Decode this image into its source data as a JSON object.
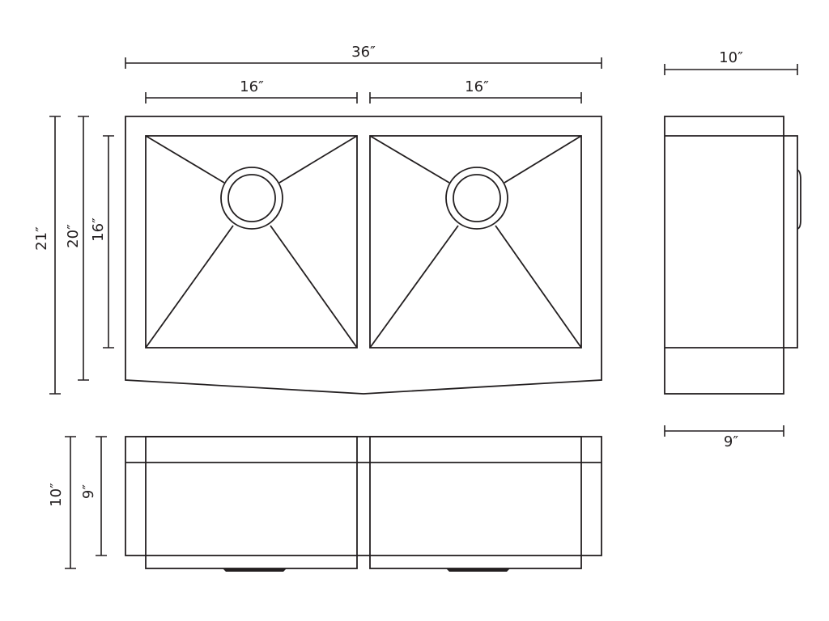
{
  "title": "Double bowl farmhouse sink dimensions",
  "top_view": {
    "overall_width": "36″",
    "left_bowl_width": "16″",
    "right_bowl_width": "16″",
    "overall_depth_center": "21″",
    "overall_depth_side": "20″",
    "bowl_depth": "16″"
  },
  "side_view": {
    "width_top": "10″",
    "width_bottom": "9″"
  },
  "front_view": {
    "overall_height": "10″",
    "bowl_height": "9″"
  },
  "colors": {
    "line": "#231f20",
    "background": "#ffffff"
  }
}
